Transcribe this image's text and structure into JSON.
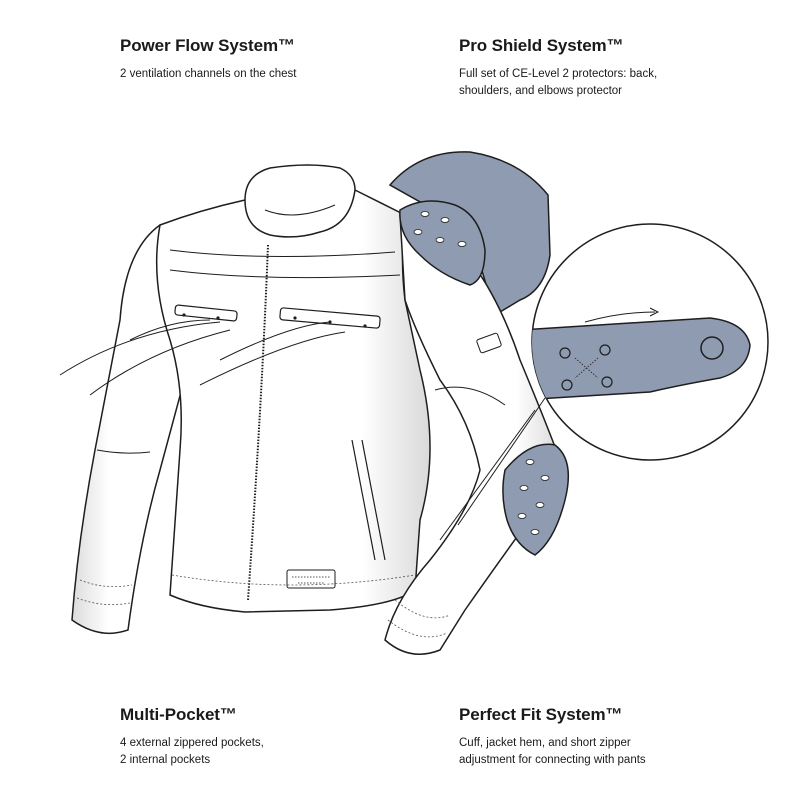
{
  "features": {
    "power_flow": {
      "title": "Power Flow System™",
      "lines": [
        "2 ventilation channels on the chest"
      ]
    },
    "pro_shield": {
      "title": "Pro Shield System™",
      "lines": [
        "Full set of CE-Level 2 protectors: back,",
        "shoulders, and elbows protector"
      ]
    },
    "multi_pocket": {
      "title": "Multi-Pocket™",
      "lines": [
        "4 external zippered pockets,",
        "2 internal pockets"
      ]
    },
    "perfect_fit": {
      "title": "Perfect Fit System™",
      "lines": [
        "Cuff, jacket hem, and short zipper",
        "adjustment for connecting with pants"
      ]
    }
  },
  "illustration": {
    "subject": "motorcycle-jacket",
    "protector_color": "#8e9bb0",
    "outline_color": "#1e1e1e"
  }
}
